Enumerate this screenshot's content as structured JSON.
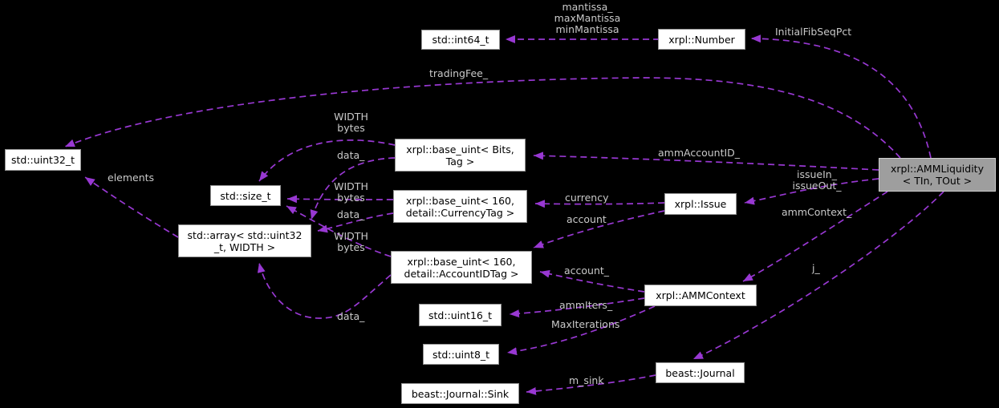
{
  "diagram": {
    "type": "doxygen-collaboration-graph",
    "main_class": "xrpl::AMMLiquidity< TIn, TOut >",
    "colors": {
      "background": "#000000",
      "edge": "#9838d2",
      "node_fill": "#ffffff",
      "node_border": "#949494",
      "main_node_fill": "#9e9e9e",
      "main_node_border": "#cfcfcf",
      "edge_label_text": "#c9c9c9",
      "node_text": "#000000"
    },
    "nodes": {
      "int64": {
        "label": "std::int64_t"
      },
      "number": {
        "label": "xrpl::Number"
      },
      "uint32": {
        "label": "std::uint32_t"
      },
      "base_uint_bits_tag": {
        "label": "xrpl::base_uint< Bits,\nTag >"
      },
      "size_t": {
        "label": "std::size_t"
      },
      "base_uint_currency": {
        "label": "xrpl::base_uint< 160,\ndetail::CurrencyTag >"
      },
      "array": {
        "label": "std::array< std::uint32\n_t, WIDTH >"
      },
      "base_uint_accountid": {
        "label": "xrpl::base_uint< 160,\ndetail::AccountIDTag >"
      },
      "issue": {
        "label": "xrpl::Issue"
      },
      "ammcontext": {
        "label": "xrpl::AMMContext"
      },
      "uint16": {
        "label": "std::uint16_t"
      },
      "uint8": {
        "label": "std::uint8_t"
      },
      "journal": {
        "label": "beast::Journal"
      },
      "sink": {
        "label": "beast::Journal::Sink"
      },
      "ammliquidity": {
        "label": "xrpl::AMMLiquidity\n< TIn, TOut >"
      }
    },
    "edges": {
      "mantissa": {
        "label": "mantissa_\nmaxMantissa\nminMantissa"
      },
      "initialFibSeqPct": {
        "label": "InitialFibSeqPct"
      },
      "tradingFee": {
        "label": "tradingFee_"
      },
      "elements": {
        "label": "elements"
      },
      "width_bytes_1": {
        "label": "WIDTH\nbytes"
      },
      "data_1": {
        "label": "data_"
      },
      "width_bytes_2": {
        "label": "WIDTH\nbytes"
      },
      "data_2": {
        "label": "data_"
      },
      "width_bytes_3": {
        "label": "WIDTH\nbytes"
      },
      "data_3": {
        "label": "data_"
      },
      "ammAccountID": {
        "label": "ammAccountID_"
      },
      "issueInOut": {
        "label": "issueIn_\nissueOut_"
      },
      "currency": {
        "label": "currency"
      },
      "account": {
        "label": "account"
      },
      "ammContext": {
        "label": "ammContext_"
      },
      "account_member": {
        "label": "account_"
      },
      "ammIters": {
        "label": "ammIters_"
      },
      "maxIterations": {
        "label": "MaxIterations"
      },
      "j": {
        "label": "j_"
      },
      "m_sink": {
        "label": "m_sink"
      }
    }
  }
}
